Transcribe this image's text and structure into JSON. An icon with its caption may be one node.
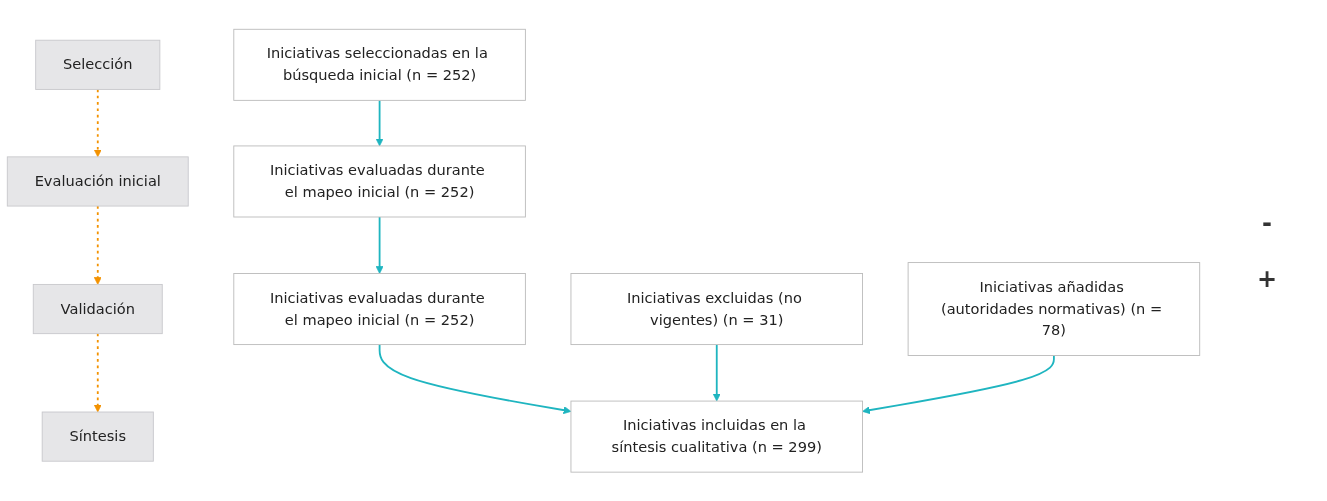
{
  "diagram": {
    "nodes": [
      {
        "text": [
          "Selección"
        ]
      },
      {
        "text": [
          "Evaluación inicial"
        ]
      },
      {
        "text": [
          "Validación"
        ]
      },
      {
        "text": [
          "Síntesis"
        ]
      },
      {
        "text": [
          "Iniciativas seleccionadas en la búsqueda inicial (n = 252)"
        ]
      },
      {
        "text": [
          "Iniciativas evaluadas durante el mapeo inicial (n = 252)"
        ]
      },
      {
        "text": [
          "Iniciativas evaluadas durante el mapeo inicial (n = 252)"
        ]
      },
      {
        "text": [
          "Iniciativas excluidas (no vigentes) (n = 31)"
        ]
      },
      {
        "text": [
          "Iniciativas añadidas (autoridades normativas) (n = 78)"
        ]
      },
      {
        "text": [
          "Iniciativas incluidas en la síntesis cualitativa (n = 299)"
        ]
      }
    ],
    "edges": [
      {
        "from": 0,
        "to": 1,
        "arrow": "to",
        "style": "dashed",
        "color": "#f39200"
      },
      {
        "from": 1,
        "to": 2,
        "arrow": "to",
        "style": "dashed",
        "color": "#f39200"
      },
      {
        "from": 2,
        "to": 3,
        "arrow": "to",
        "style": "dashed",
        "color": "#f39200"
      },
      {
        "from": 4,
        "to": 5,
        "arrow": "to"
      },
      {
        "from": 5,
        "to": 6,
        "arrow": "to"
      },
      {
        "from": 6,
        "to": 9,
        "arrow": "to"
      },
      {
        "from": 7,
        "to": 9,
        "arrow": "to"
      },
      {
        "from": 8,
        "to": 9,
        "arrow": "to"
      }
    ],
    "labels": [
      "-",
      "+"
    ]
  }
}
